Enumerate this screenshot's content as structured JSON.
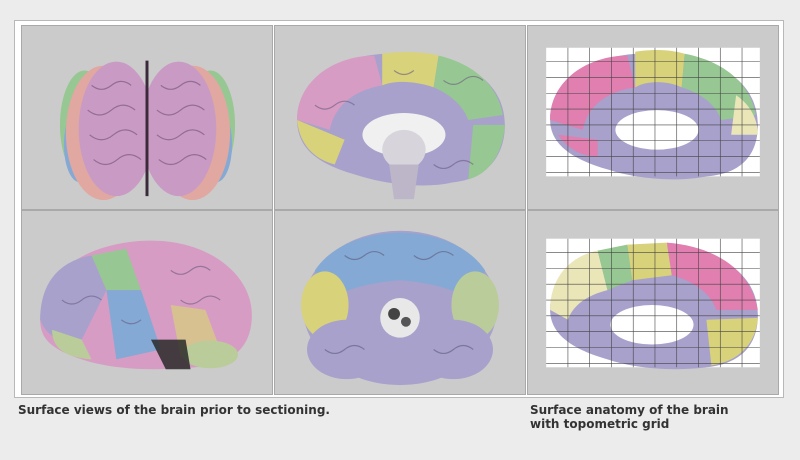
{
  "captions": {
    "left": "Surface views of the brain prior to sectioning.",
    "right_line1": "Surface anatomy of the brain",
    "right_line2": "with topometric grid"
  },
  "panels": [
    {
      "name": "frontal-view"
    },
    {
      "name": "medial-view"
    },
    {
      "name": "medial-grid-view"
    },
    {
      "name": "lateral-view"
    },
    {
      "name": "inferior-view"
    },
    {
      "name": "medial-grid-view-2"
    }
  ],
  "colors": {
    "pink": "#d79cc4",
    "lavender": "#a7a1cc",
    "yellow": "#d8d27a",
    "green": "#97c792",
    "blue": "#84a9d4",
    "sage": "#b9cc9a",
    "hotpink": "#e07fb0",
    "grey": "#bdb6c8",
    "cream": "#eae6b8"
  }
}
